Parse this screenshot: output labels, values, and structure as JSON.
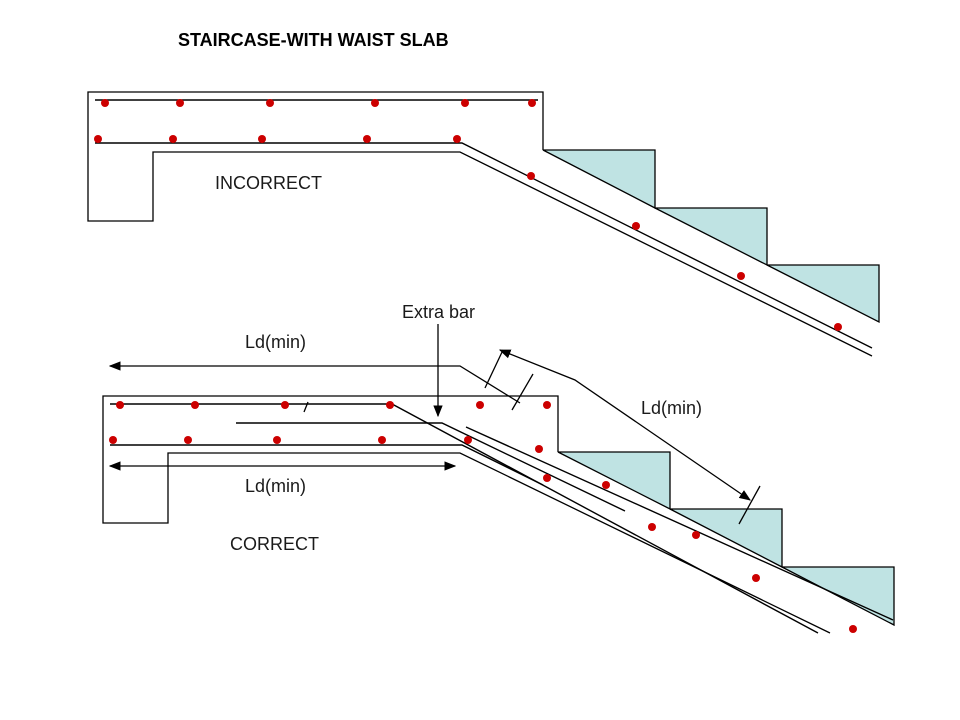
{
  "title": "STAIRCASE-WITH WAIST SLAB",
  "labels": {
    "incorrect": "INCORRECT",
    "correct": "CORRECT",
    "extra_bar": "Extra bar",
    "ld_min_top": "Ld(min)",
    "ld_min_bottom": "Ld(min)",
    "ld_min_incline": "Ld(min)"
  },
  "colors": {
    "step_fill": "#bfe3e3",
    "rebar_dot": "#cc0000",
    "line": "#000000"
  }
}
